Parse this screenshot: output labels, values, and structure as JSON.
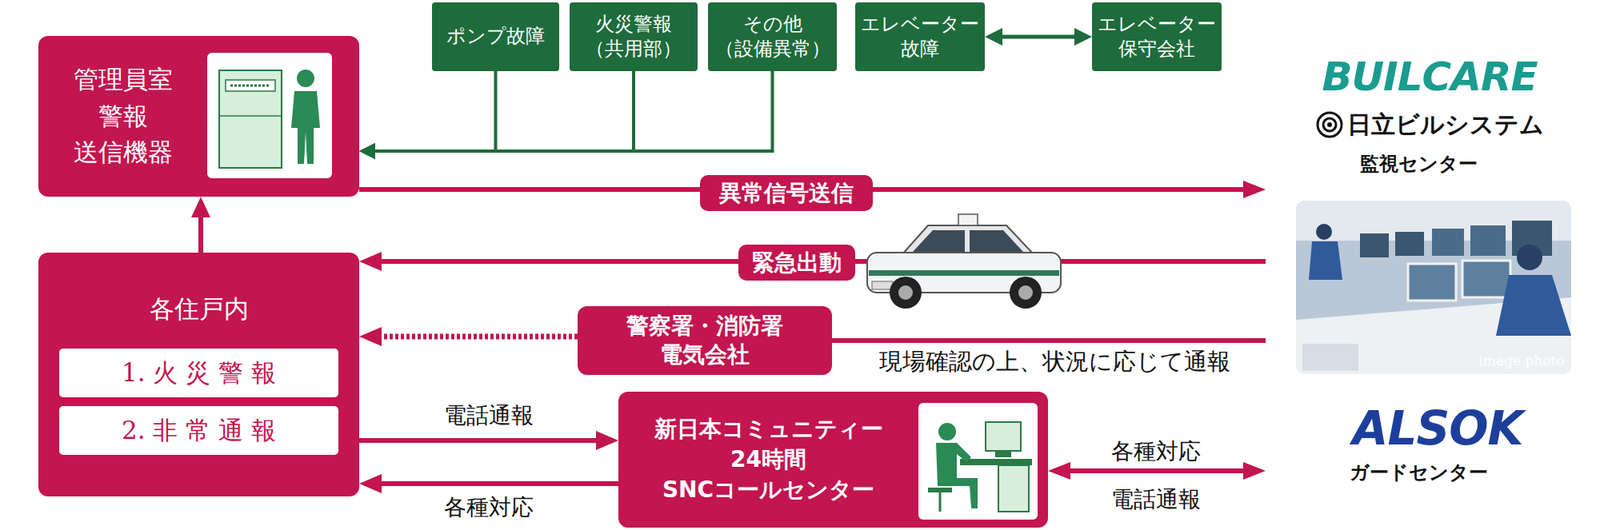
{
  "diagram": {
    "nodes": [
      {
        "text": [
          "ポンプ故障"
        ]
      },
      {
        "text": [
          "火災警報 （共用部）"
        ]
      },
      {
        "text": [
          "その他 （設備異常）"
        ]
      },
      {
        "text": [
          "エレベーター 故障"
        ]
      },
      {
        "text": [
          "エレベーター 保守会社"
        ]
      },
      {
        "text": [
          "管理員室 警報 送信機器"
        ]
      },
      {
        "text": [
          "異常信号送信"
        ]
      },
      {
        "text": [
          "緊急出動"
        ]
      },
      {
        "text": [
          "各住戸内"
        ]
      },
      {
        "text": [
          "1. 火 災 警 報"
        ],
        "in": 8
      },
      {
        "text": [
          "2. 非 常 通 報"
        ],
        "in": 8
      },
      {
        "text": [
          "警察署・消防署 電気会社"
        ]
      },
      {
        "text": [
          "新日本コミュニティー 24時間 SNCコールセンター"
        ]
      }
    ],
    "edges": [
      {
        "from": 0,
        "to": 5,
        "arrow": "to"
      },
      {
        "from": 1,
        "to": 5,
        "arrow": "to"
      },
      {
        "from": 2,
        "to": 5,
        "arrow": "to"
      },
      {
        "from": 3,
        "to": 4,
        "arrow": "both"
      },
      {
        "from": 8,
        "to": 5,
        "arrow": "to"
      },
      {
        "from": 5,
        "to": 6,
        "arrow": "none"
      },
      {
        "from": 7,
        "to": 8,
        "arrow": "to"
      },
      {
        "from": 11,
        "to": 8,
        "arrow": "to"
      },
      {
        "from": 8,
        "to": 12,
        "arrow": "to",
        "label": "電話通報"
      },
      {
        "from": 12,
        "to": 8,
        "arrow": "to",
        "label": "各種対応"
      }
    ],
    "labels": [
      "BUILCARE",
      "日立ビルシステム",
      "監視センター",
      "image photo",
      "現場確認の上、状況に応じて通報",
      "各種対応",
      "電話通報",
      "ALSOK",
      "ガードセンター"
    ]
  }
}
